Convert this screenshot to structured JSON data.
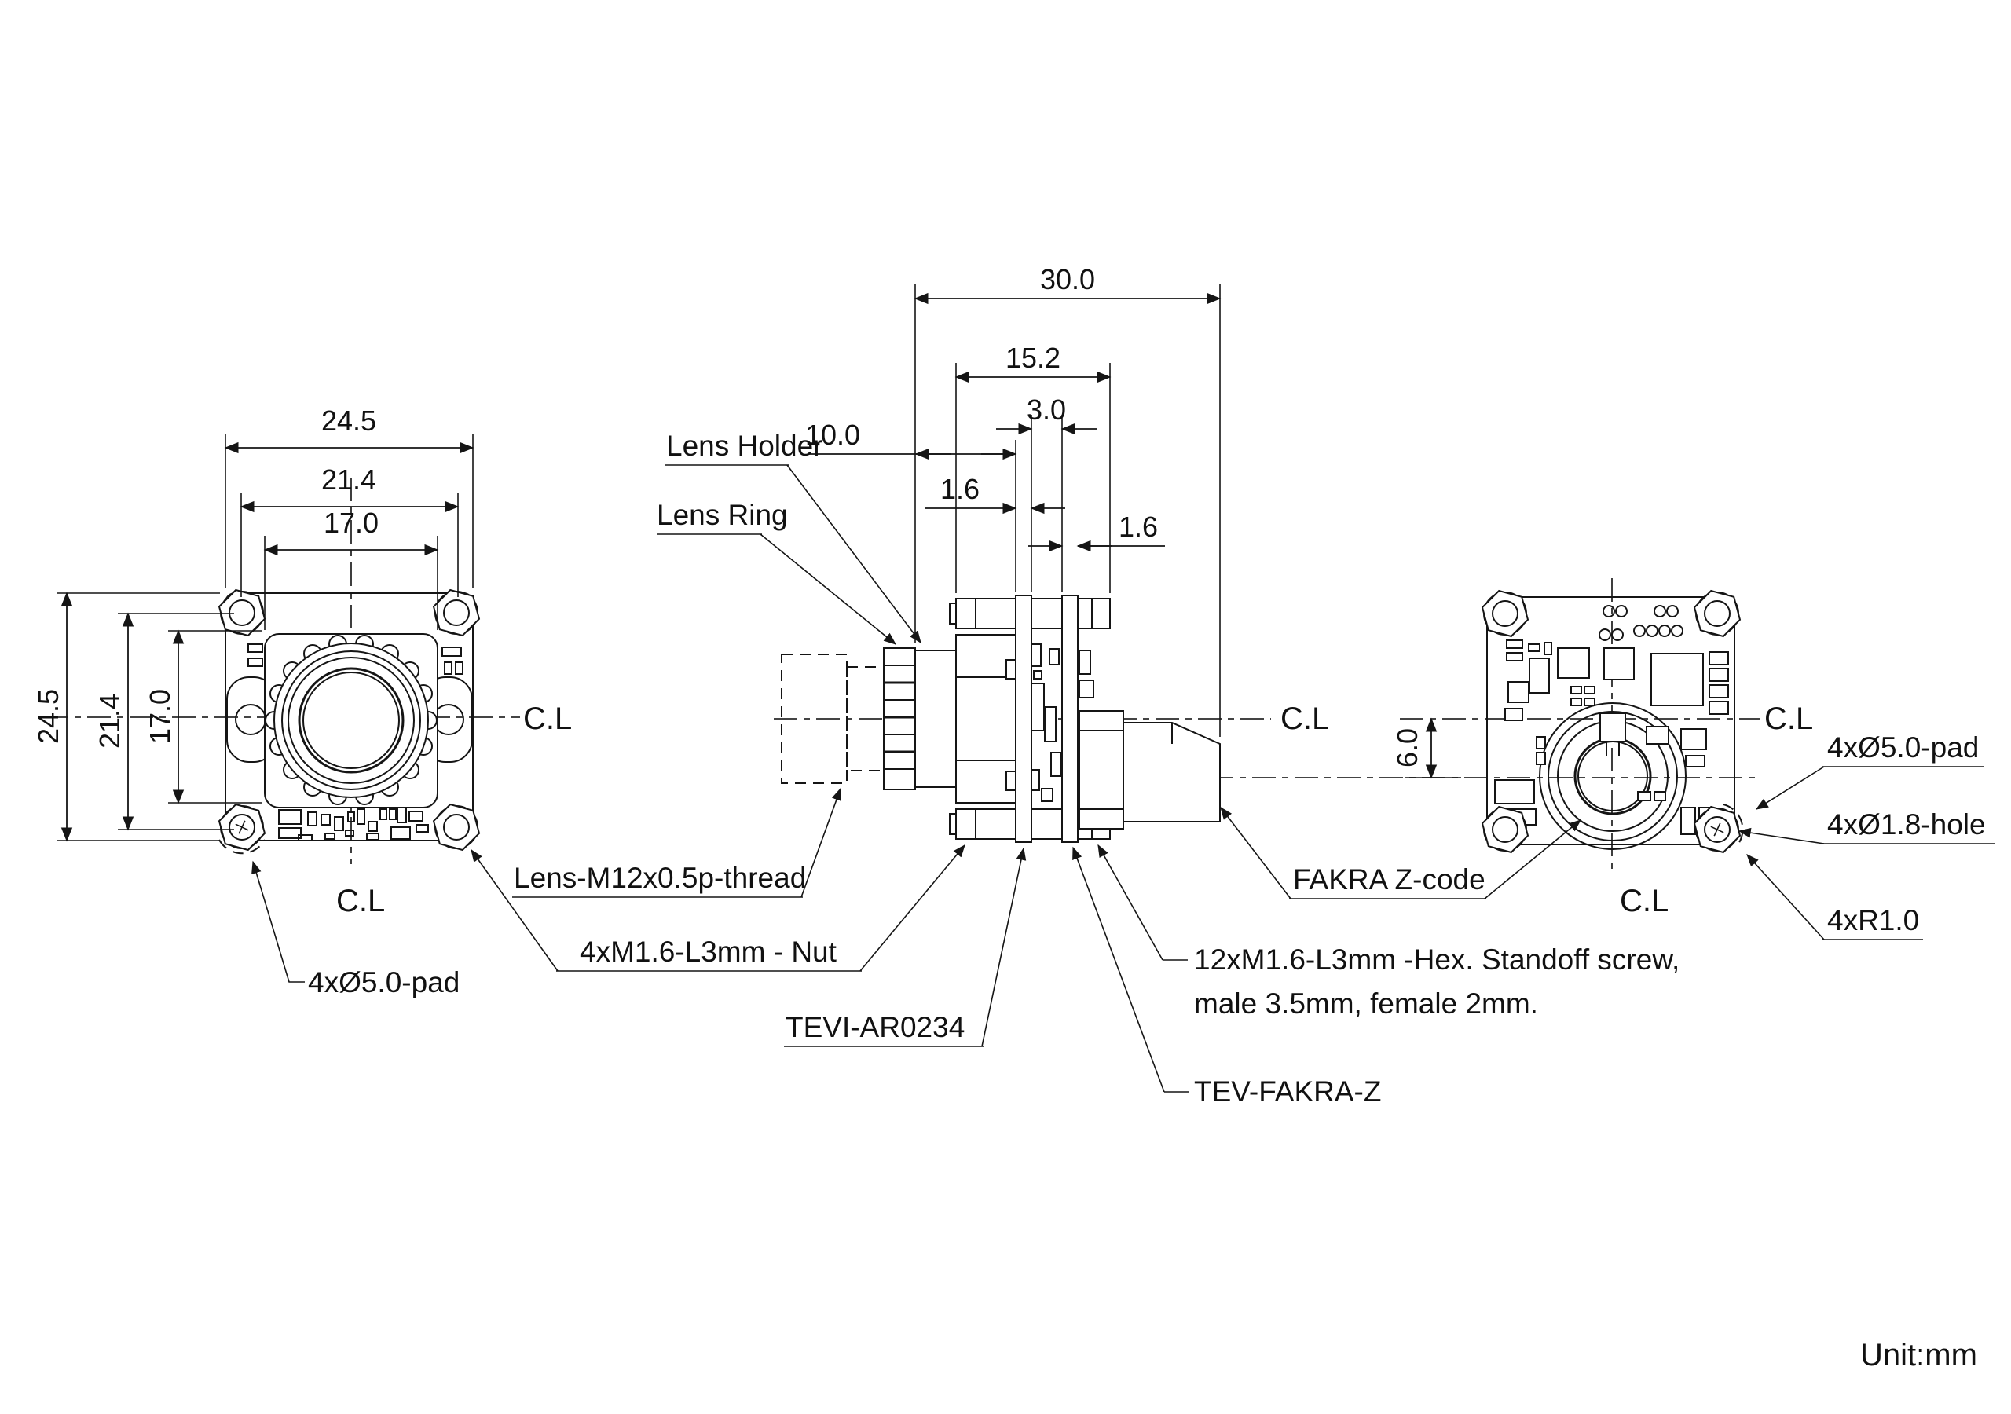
{
  "drawing": {
    "unit_note": "Unit:mm",
    "centerline": "C.L",
    "front_view": {
      "width_outer": "24.5",
      "width_nuts": "21.4",
      "width_plate": "17.0",
      "height_outer": "24.5",
      "height_nuts": "21.4",
      "height_plate": "17.0",
      "pad_label": "4xØ5.0-pad"
    },
    "side_view": {
      "depth_overall": "30.0",
      "stack_depth": "15.2",
      "board_gap": "3.0",
      "lens_to_board": "10.0",
      "front_board_thickness": "1.6",
      "rear_board_thickness": "1.6",
      "lens_holder_label": "Lens Holder",
      "lens_ring_label": "Lens Ring",
      "lens_thread_label": "Lens-M12x0.5p-thread",
      "nut_label": "4xM1.6-L3mm - Nut",
      "sensor_board_label": "TEVI-AR0234",
      "fakra_board_label": "TEV-FAKRA-Z",
      "standoff_label_line1": "12xM1.6-L3mm -Hex. Standoff screw,",
      "standoff_label_line2": "male 3.5mm, female 2mm.",
      "fakra_code_label": "FAKRA Z-code"
    },
    "rear_view": {
      "connector_offset": "6.0",
      "pad_label": "4xØ5.0-pad",
      "hole_label": "4xØ1.8-hole",
      "corner_radius_label": "4xR1.0"
    }
  }
}
